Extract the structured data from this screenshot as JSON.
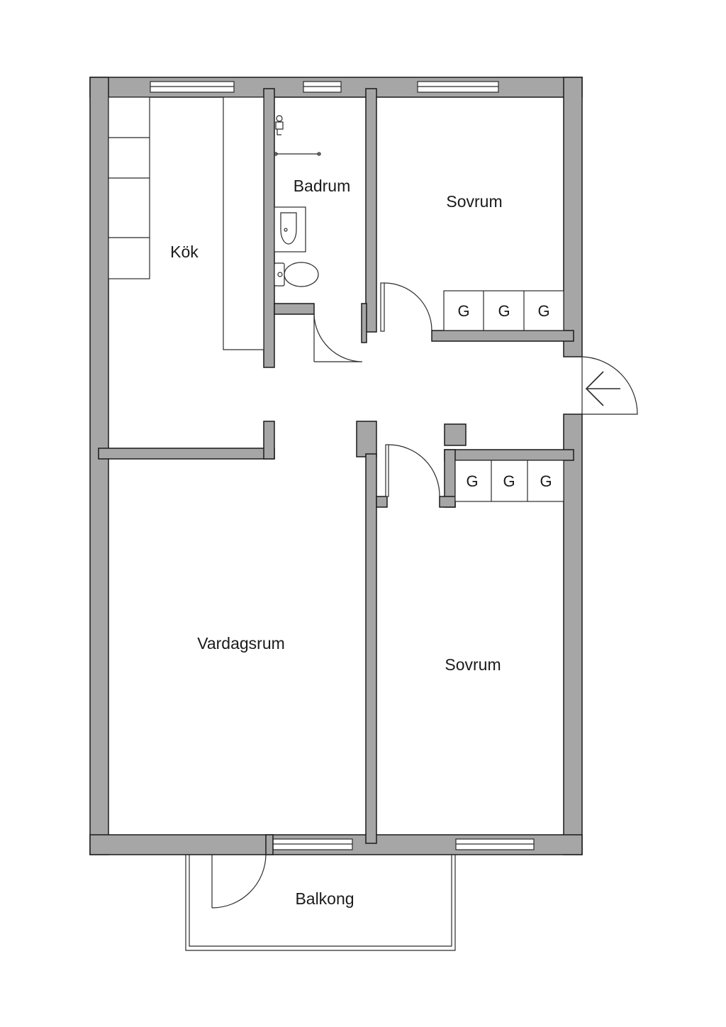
{
  "floor_plan": {
    "rooms": {
      "kitchen": "Kök",
      "bathroom": "Badrum",
      "bedroom_top": "Sovrum",
      "bedroom_bottom": "Sovrum",
      "living_room": "Vardagsrum",
      "balcony": "Balkong"
    },
    "wardrobes": {
      "top": [
        "G",
        "G",
        "G"
      ],
      "bottom": [
        "G",
        "G",
        "G"
      ]
    },
    "entrance_icon": "arrow-left-icon",
    "colors": {
      "wall": "#a6a6a6",
      "line": "#1a1a1a",
      "background": "#ffffff"
    }
  }
}
